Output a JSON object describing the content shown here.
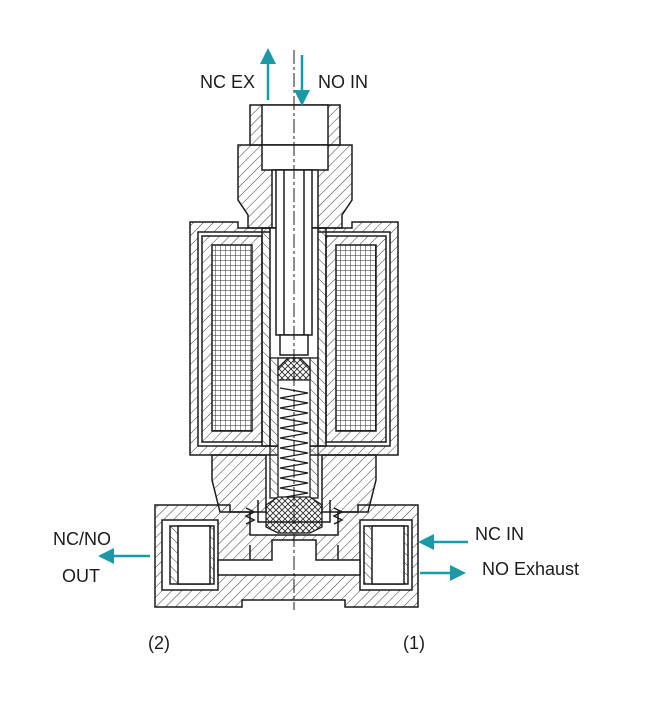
{
  "labels": {
    "nc_ex": "NC EX",
    "no_in": "NO IN",
    "nc_no": "NC/NO",
    "out": "OUT",
    "nc_in": "NC IN",
    "no_exhaust": "NO Exhaust",
    "port_2": "(2)",
    "port_1": "(1)"
  },
  "colors": {
    "arrow": "#1a9aa6",
    "line": "#1b1b1b",
    "hatch": "#3a3a3a"
  },
  "icons": {
    "up_arrow": "arrow-up-icon",
    "down_arrow": "arrow-down-icon",
    "left_arrow": "arrow-left-icon",
    "right_arrow": "arrow-right-icon"
  }
}
